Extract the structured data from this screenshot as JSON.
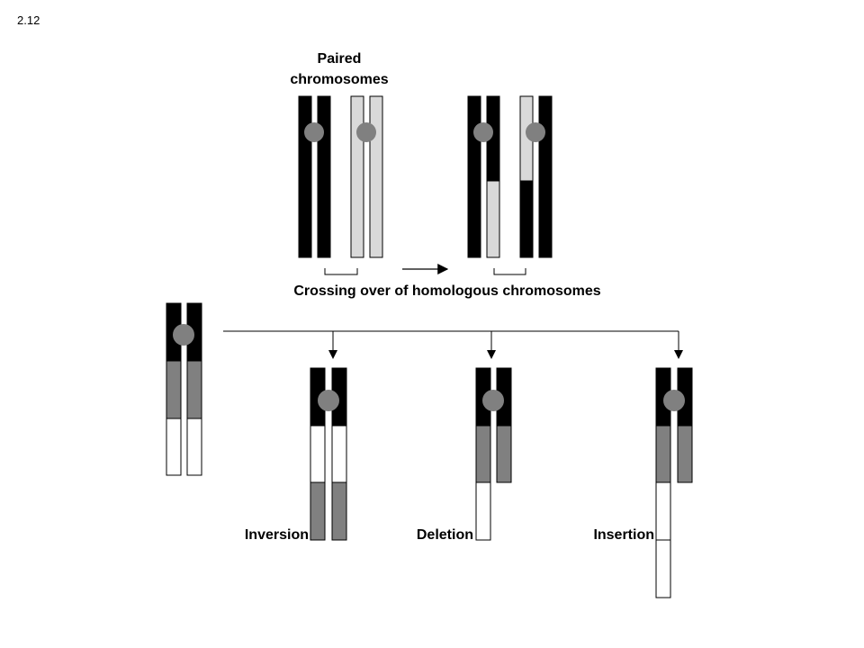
{
  "slide_number": "2.12",
  "labels": {
    "paired_line1": "Paired",
    "paired_line2": "chromosomes",
    "crossing_over": "Crossing over of homologous chromosomes",
    "inversion": "Inversion",
    "deletion": "Deletion",
    "insertion": "Insertion"
  },
  "colors": {
    "black_segment": "#000000",
    "light_gray_segment": "#d9d9d9",
    "mid_gray_segment": "#808080",
    "white_segment": "#ffffff",
    "centromere": "#808080"
  }
}
